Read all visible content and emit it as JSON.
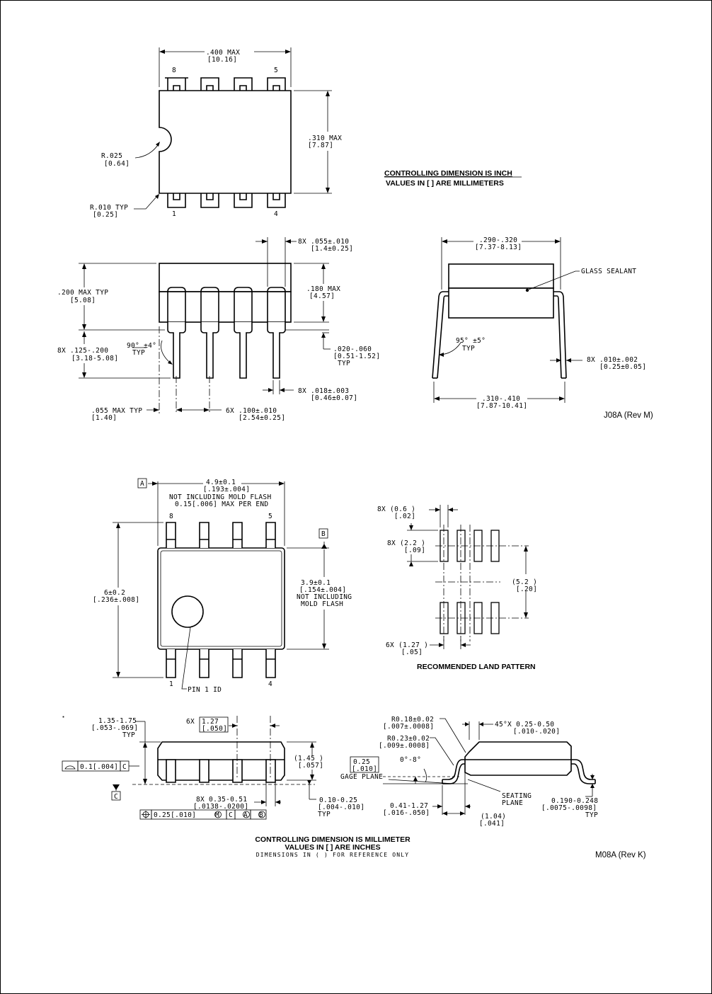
{
  "j08a": {
    "top": {
      "width_in": ".400  MAX",
      "width_mm": "[10.16]",
      "pin_8": "8",
      "pin_5": "5",
      "pin_1": "1",
      "pin_4": "4",
      "height_in": ".310  MAX",
      "height_mm": "[7.87]",
      "notch_r_in": "R.025",
      "notch_r_mm": "[0.64]",
      "corner_r_in": "R.010  TYP",
      "corner_r_mm": "[0.25]"
    },
    "note_line1": "CONTROLLING  DIMENSION  IS  INCH",
    "note_line2": "VALUES  IN  [  ]  ARE  MILLIMETERS",
    "side": {
      "lead_w_in": "8X  .055±.010",
      "lead_w_mm": "[1.4±0.25]",
      "body_h_in": ".180  MAX",
      "body_h_mm": "[4.57]",
      "seat_h_in": ".200  MAX  TYP",
      "seat_h_mm": "[5.08]",
      "bend_angle": "90° ±4°",
      "bend_typ": "TYP",
      "lead_len_in": "8X  .125-.200",
      "lead_len_mm": "[3.18-5.08]",
      "shoulder_in": ".020-.060",
      "shoulder_mm": "[0.51-1.52]",
      "shoulder_typ": "TYP",
      "lead_tip_in": "8X  .018±.003",
      "lead_tip_mm": "[0.46±0.07]",
      "end_in": ".055  MAX  TYP",
      "end_mm": "[1.40]",
      "pitch_in": "6X  .100±.010",
      "pitch_mm": "[2.54±0.25]"
    },
    "end": {
      "row_in": ".290-.320",
      "row_mm": "[7.37-8.13]",
      "sealant": "GLASS  SEALANT",
      "flare_angle": "95° ±5°",
      "flare_typ": "TYP",
      "thk_in": "8X  .010±.002",
      "thk_mm": "[0.25±0.05]",
      "spread_in": ".310-.410",
      "spread_mm": "[7.87-10.41]"
    },
    "rev": "J08A (Rev M)"
  },
  "m08a": {
    "top": {
      "datum_a": "A",
      "datum_b": "B",
      "len_mm": "4.9±0.1",
      "len_in": "[.193±.004]",
      "len_note1": "NOT INCLUDING MOLD FLASH",
      "len_note2": "0.15[.006] MAX PER END",
      "pin_8": "8",
      "pin_5": "5",
      "pin_1": "1",
      "pin_4": "4",
      "span_mm": "6±0.2",
      "span_in": "[.236±.008]",
      "width_mm": "3.9±0.1",
      "width_in": "[.154±.004]",
      "width_note1": "NOT  INCLUDING",
      "width_note2": "MOLD FLASH",
      "pin1_id": "PIN 1 ID"
    },
    "land": {
      "pad_w": "8X (0.6  )",
      "pad_w_in": "[.02]",
      "pad_l": "8X (2.2  )",
      "pad_l_in": "[.09]",
      "row": "(5.2  )",
      "row_in": "[.20]",
      "pitch": "6X (1.27 )",
      "pitch_in": "[.05]",
      "title": "RECOMMENDED LAND PATTERN"
    },
    "side": {
      "height_mm": "1.35-1.75",
      "height_in": "[.053-.069]",
      "height_typ": "TYP",
      "pitch_mult": "6X",
      "pitch_mm": "1.27",
      "pitch_in": "[.050]",
      "body_h": "(1.45  )",
      "body_h_in": "[.057]",
      "flatness_val": "0.1[.004]",
      "flatness_ref": "C",
      "datum_c": "C",
      "lead_w": "8X 0.35-0.51",
      "lead_w_in": "[.0138-.0200]",
      "standoff": "0.10-0.25",
      "standoff_in": "[.004-.010]",
      "standoff_typ": "TYP",
      "pos_val": "0.25[.010]",
      "pos_mod": "M",
      "pos_c": "C",
      "pos_a": "A",
      "pos_b": "B"
    },
    "detail": {
      "r1": "R0.18±0.02",
      "r1_in": "[.007±.0008]",
      "r2": "R0.23±0.02",
      "r2_in": "[.009±.0008]",
      "chamfer": "45°X 0.25-0.50",
      "chamfer_in": "[.010-.020]",
      "gage_mm": "0.25",
      "gage_in": "[.010]",
      "gage_plane": "GAGE PLANE",
      "angle": "0°-8°",
      "seating1": "SEATING",
      "seating2": "PLANE",
      "foot": "0.41-1.27",
      "foot_in": "[.016-.050]",
      "foot_ref": "(1.04)",
      "foot_ref_in": "[.041]",
      "thk": "0.190-0.248",
      "thk_in": "[.0075-.0098]",
      "thk_typ": "TYP"
    },
    "note_line1": "CONTROLLING DIMENSION IS MILLIMETER",
    "note_line2": "VALUES IN [ ] ARE INCHES",
    "note_line3": "DIMENSIONS IN ( ) FOR REFERENCE ONLY",
    "rev": "M08A (Rev K)"
  }
}
